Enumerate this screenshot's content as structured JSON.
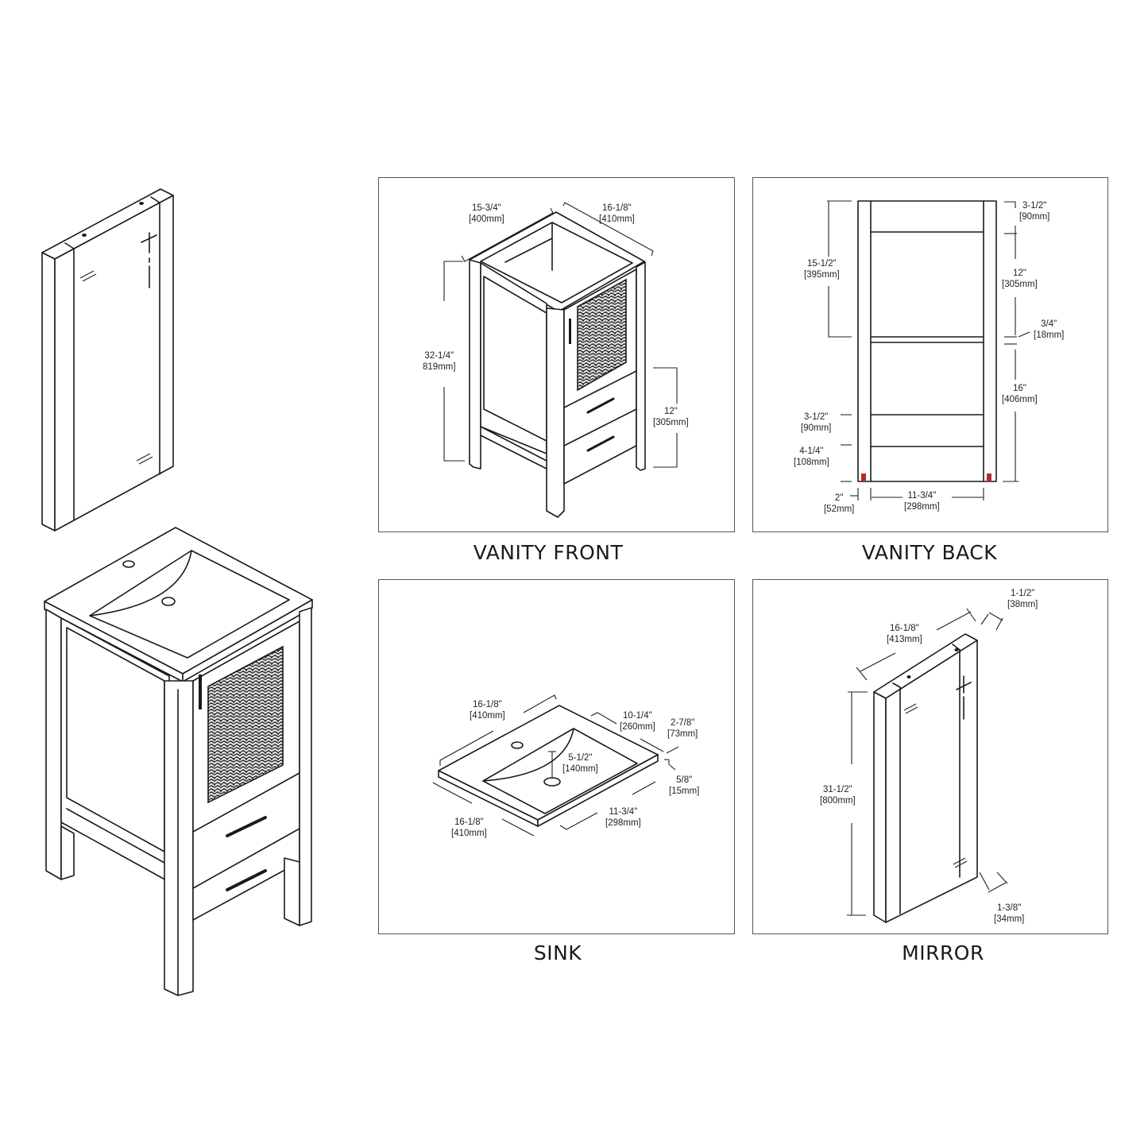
{
  "panels": {
    "vanity_front": {
      "caption": "VANITY FRONT",
      "dims": {
        "depth": {
          "in": "15-3/4\"",
          "mm": "[400mm]"
        },
        "width": {
          "in": "16-1/8\"",
          "mm": "[410mm]"
        },
        "height": {
          "in": "32-1/4\"",
          "mm": "819mm]"
        },
        "drawers": {
          "in": "12\"",
          "mm": "[305mm]"
        }
      }
    },
    "vanity_back": {
      "caption": "VANITY BACK",
      "dims": {
        "total_upper": {
          "in": "15-1/2\"",
          "mm": "[395mm]"
        },
        "top_rail": {
          "in": "3-1/2\"",
          "mm": "[90mm]"
        },
        "opening": {
          "in": "12\"",
          "mm": "[305mm]"
        },
        "shelf": {
          "in": "3/4\"",
          "mm": "[18mm]"
        },
        "lower": {
          "in": "16\"",
          "mm": "[406mm]"
        },
        "bottom_rail": {
          "in": "3-1/2\"",
          "mm": "[90mm]"
        },
        "leg_gap": {
          "in": "4-1/4\"",
          "mm": "[108mm]"
        },
        "leg_width": {
          "in": "2\"",
          "mm": "[52mm]"
        },
        "inner_width": {
          "in": "11-3/4\"",
          "mm": "[298mm]"
        }
      }
    },
    "sink": {
      "caption": "SINK",
      "dims": {
        "depth_top": {
          "in": "16-1/8\"",
          "mm": "[410mm]"
        },
        "bowl_depth": {
          "in": "10-1/4\"",
          "mm": "[260mm]"
        },
        "rim": {
          "in": "2-7/8\"",
          "mm": "[73mm]"
        },
        "drain": {
          "in": "5-1/2\"",
          "mm": "[140mm]"
        },
        "thickness": {
          "in": "5/8\"",
          "mm": "[15mm]"
        },
        "width_front": {
          "in": "16-1/8\"",
          "mm": "[410mm]"
        },
        "bowl_width": {
          "in": "11-3/4\"",
          "mm": "[298mm]"
        }
      }
    },
    "mirror": {
      "caption": "MIRROR",
      "dims": {
        "width": {
          "in": "16-1/8\"",
          "mm": "[413mm]"
        },
        "depth": {
          "in": "1-1/2\"",
          "mm": "[38mm]"
        },
        "height": {
          "in": "31-1/2\"",
          "mm": "[800mm]"
        },
        "frame": {
          "in": "1-3/8\"",
          "mm": "[34mm]"
        }
      }
    }
  }
}
